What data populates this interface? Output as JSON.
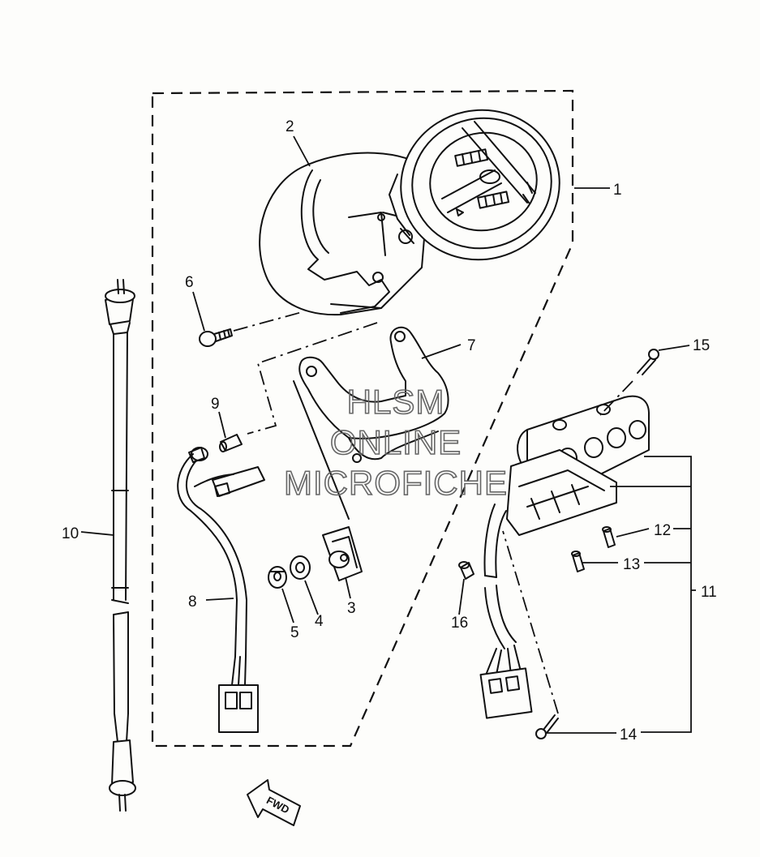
{
  "callouts": {
    "c1": "1",
    "c2": "2",
    "c3": "3",
    "c4": "4",
    "c5": "5",
    "c6": "6",
    "c7": "7",
    "c8": "8",
    "c9": "9",
    "c10": "10",
    "c11": "11",
    "c12": "12",
    "c13": "13",
    "c14": "14",
    "c15": "15",
    "c16": "16"
  },
  "direction_label": "FWD",
  "watermark": {
    "line1": "HLSM",
    "line2": "ONLINE",
    "line3": "MICROFICHE"
  }
}
